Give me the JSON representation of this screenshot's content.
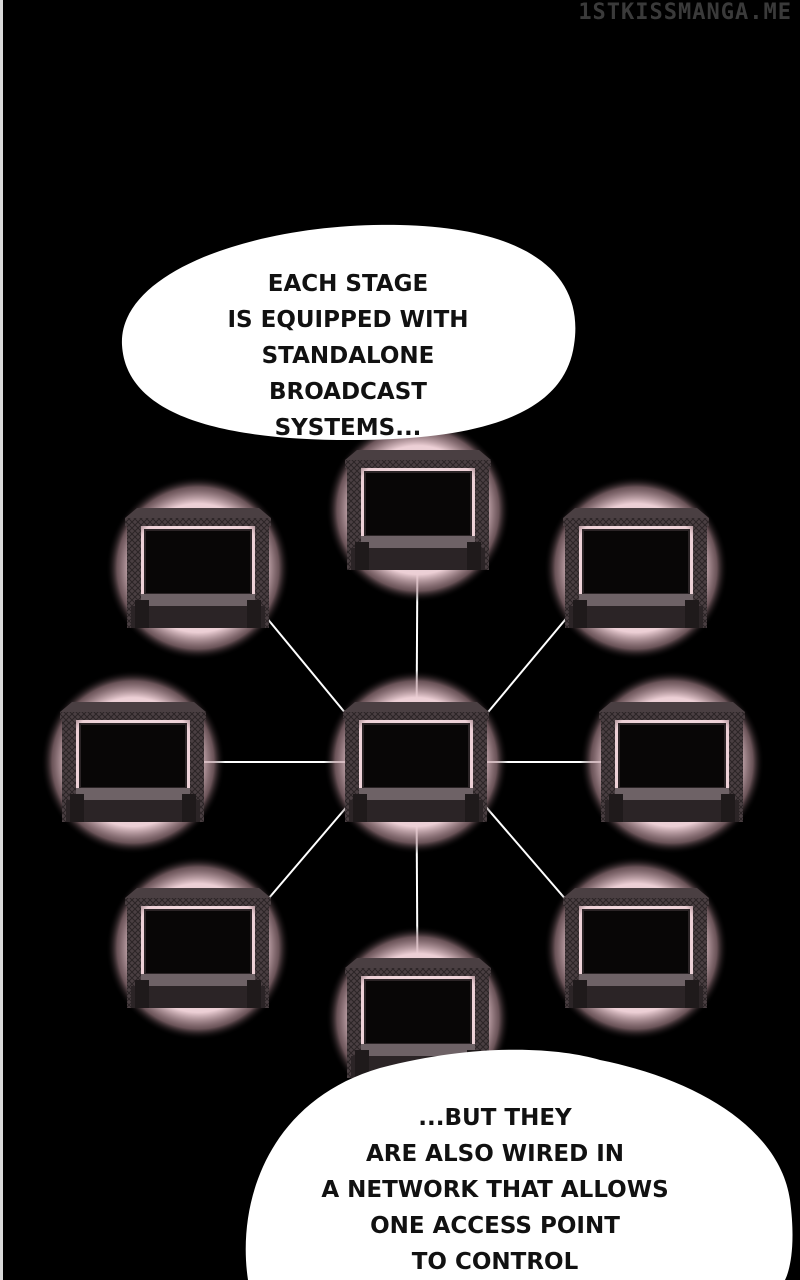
{
  "watermark": "1STKISSMANGA.ME",
  "bubble_top": {
    "text": "EACH STAGE\nIS EQUIPPED WITH\nSTANDALONE BROADCAST\nSYSTEMS..."
  },
  "bubble_bottom": {
    "text": "...BUT THEY\nARE ALSO WIRED IN\nA NETWORK THAT ALLOWS\nONE ACCESS POINT\nTO CONTROL"
  },
  "colors": {
    "background": "#000000",
    "glow": "#f3d9de",
    "stage": "#4a3f42",
    "stage_dark": "#2b2426",
    "screen": "#080606",
    "wire": "#ffffff",
    "bubble": "#ffffff"
  },
  "stages": [
    {
      "name": "stage-top"
    },
    {
      "name": "stage-top-left"
    },
    {
      "name": "stage-top-right"
    },
    {
      "name": "stage-left"
    },
    {
      "name": "stage-center"
    },
    {
      "name": "stage-right"
    },
    {
      "name": "stage-bottom-left"
    },
    {
      "name": "stage-bottom-right"
    },
    {
      "name": "stage-bottom"
    }
  ]
}
